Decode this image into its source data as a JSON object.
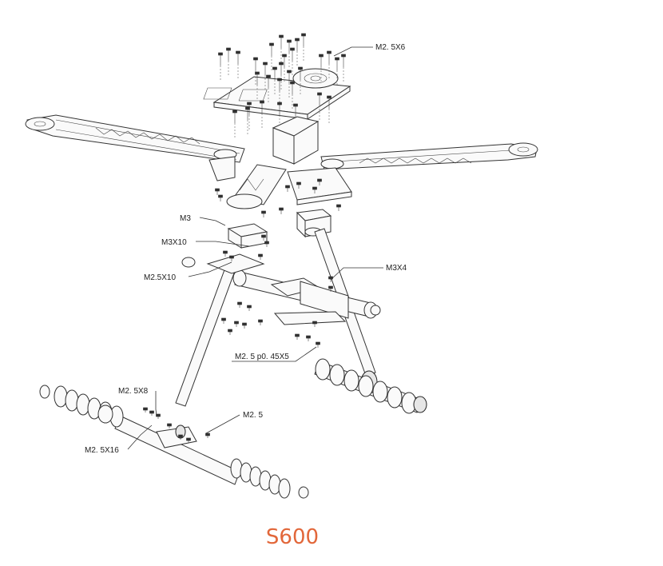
{
  "diagram": {
    "title": "S600",
    "title_color": "#e2673a",
    "labels": {
      "m25x6": "M2. 5X6",
      "m3": "M3",
      "m3x10": "M3X10",
      "m25x10": "M2.5X10",
      "m3x4": "M3X4",
      "m25p045x5": "M2. 5  p0. 45X5",
      "m25x8": "M2. 5X8",
      "m25": "M2. 5",
      "m25x16": "M2. 5X16"
    }
  }
}
